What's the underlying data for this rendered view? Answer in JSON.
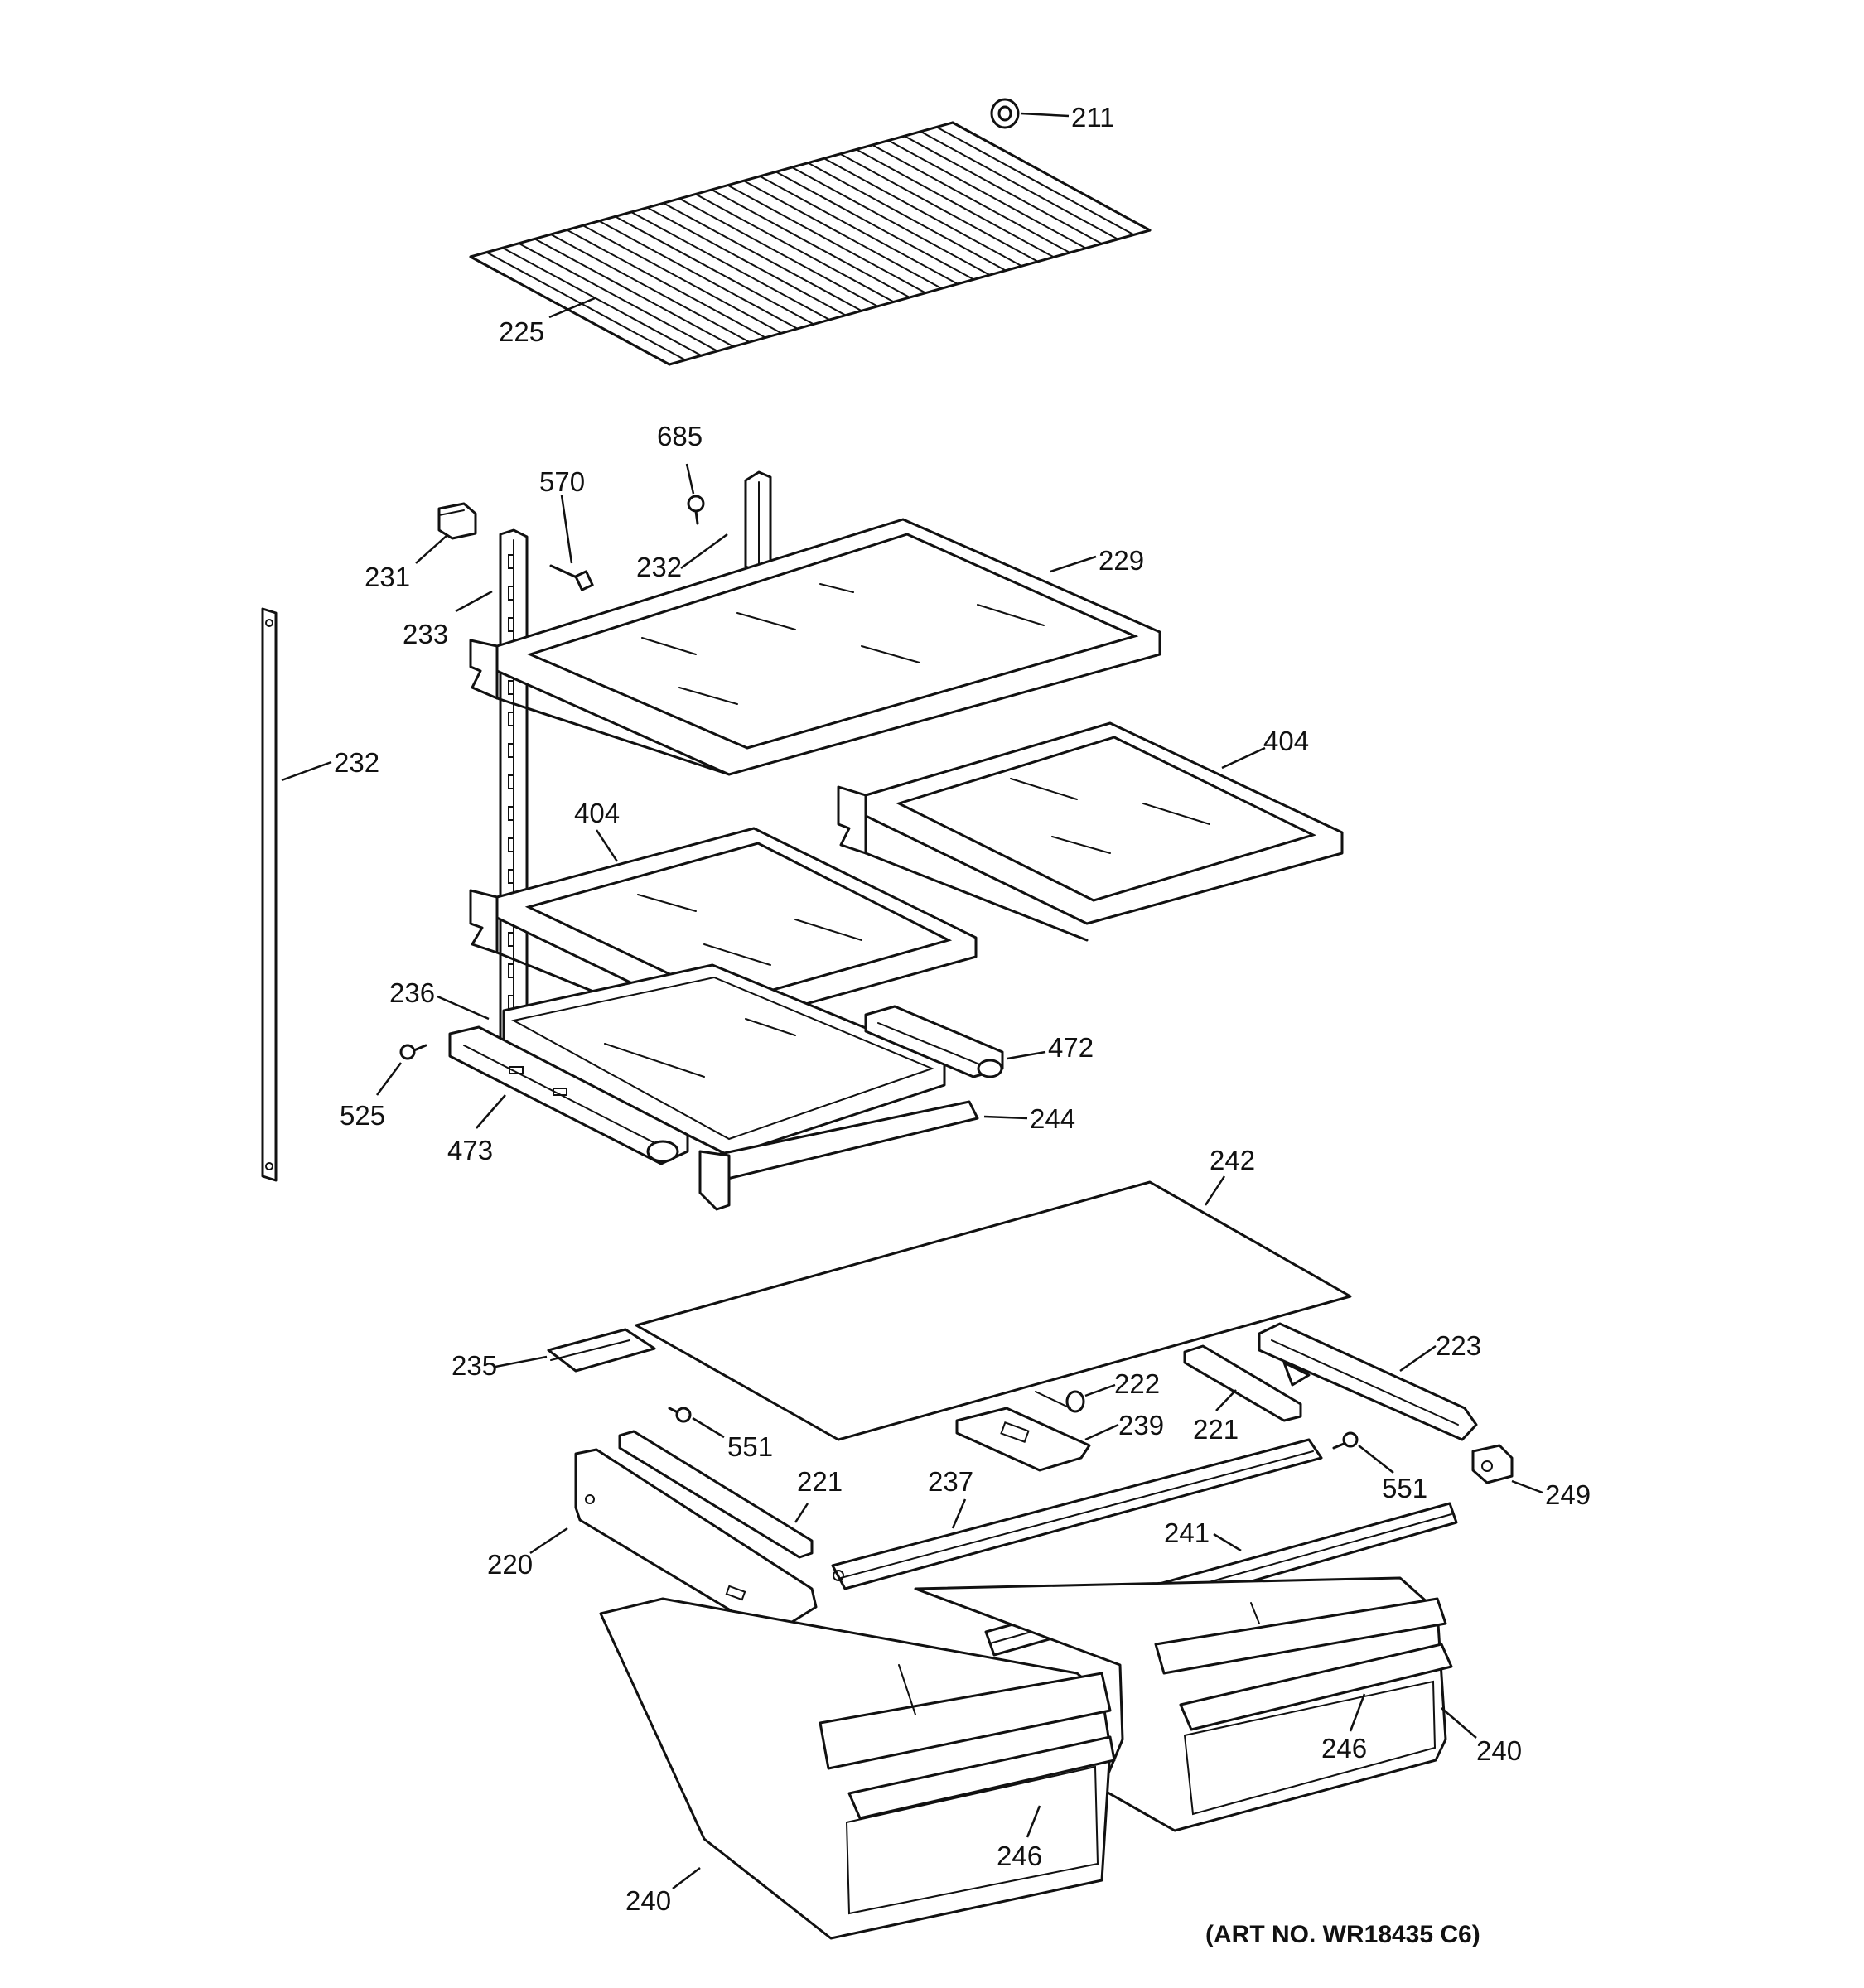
{
  "diagram": {
    "art_number": "(ART NO. WR18435 C6)",
    "callouts": {
      "c211": "211",
      "c225": "225",
      "c685": "685",
      "c570": "570",
      "c231": "231",
      "c232_top": "232",
      "c229": "229",
      "c233": "233",
      "c232_left": "232",
      "c404_right": "404",
      "c404_left": "404",
      "c236": "236",
      "c472": "472",
      "c525": "525",
      "c473": "473",
      "c244": "244",
      "c242": "242",
      "c223": "223",
      "c235": "235",
      "c222": "222",
      "c239": "239",
      "c221_right": "221",
      "c551_left": "551",
      "c551_right": "551",
      "c249": "249",
      "c221_left": "221",
      "c237": "237",
      "c220": "220",
      "c241": "241",
      "c246_right": "246",
      "c240_right": "240",
      "c246_left": "246",
      "c240_left": "240"
    }
  }
}
